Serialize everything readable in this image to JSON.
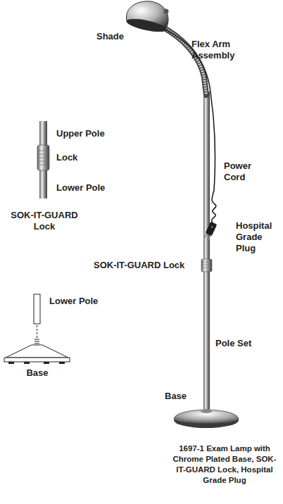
{
  "diagram": {
    "caption": "1697-1 Exam Lamp with Chrome Plated Base, SOK-IT-GUARD Lock, Hospital Grade Plug",
    "labels": [
      "Shade",
      "Flex Arm Assembly",
      "Upper Pole",
      "Lock",
      "Power Cord",
      "Lower Pole",
      "SOK-IT-GUARD Lock",
      "Hospital Grade Plug",
      "SOK-IT-GUARD Lock",
      "Lower Pole",
      "Base",
      "Pole Set",
      "Base"
    ]
  }
}
